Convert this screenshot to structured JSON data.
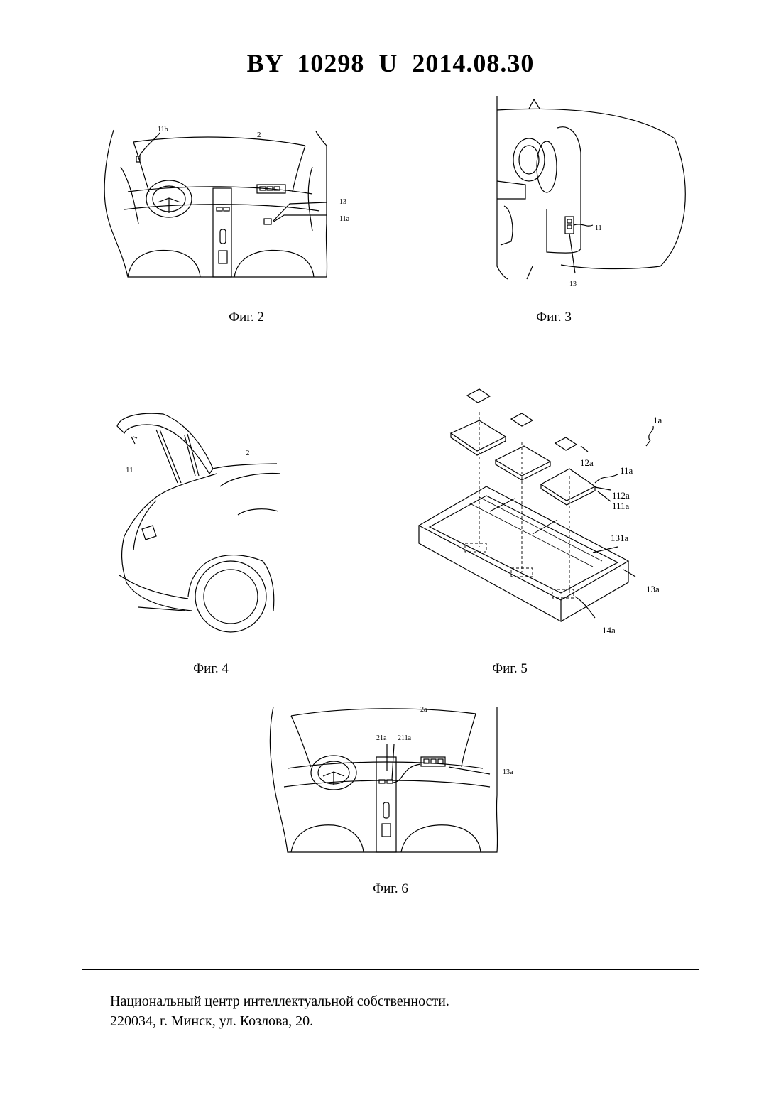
{
  "header": {
    "title": "BY  10298  U  2014.08.30"
  },
  "figures": {
    "fig2": {
      "caption": "Фиг. 2",
      "labels": {
        "l11b": "11b",
        "l2": "2",
        "l13": "13",
        "l11a": "11a"
      }
    },
    "fig3": {
      "caption": "Фиг. 3",
      "labels": {
        "l11": "11",
        "l13": "13"
      }
    },
    "fig4": {
      "caption": "Фиг. 4",
      "labels": {
        "l11": "11",
        "l2": "2"
      }
    },
    "fig5": {
      "caption": "Фиг. 5",
      "labels": {
        "l1a": "1a",
        "l12a": "12a",
        "l11a": "11a",
        "l112a": "112a",
        "l111a": "111a",
        "l131a": "131a",
        "l13a": "13a",
        "l14a": "14a"
      }
    },
    "fig6": {
      "caption": "Фиг. 6",
      "labels": {
        "l2a": "2a",
        "l21a": "21a",
        "l211a": "211a",
        "l13a": "13a"
      }
    }
  },
  "footer": {
    "line1": "Национальный центр интеллектуальной собственности.",
    "line2": "220034, г. Минск, ул. Козлова, 20."
  }
}
